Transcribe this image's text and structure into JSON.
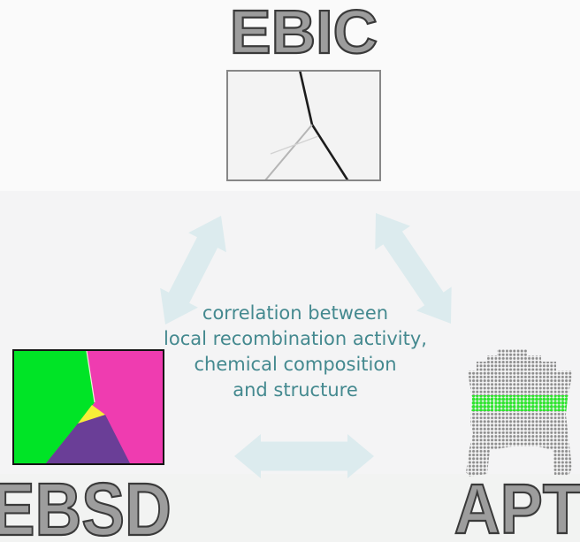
{
  "labels": {
    "top": "EBIC",
    "bottom_left": "EBSD",
    "bottom_right": "APT"
  },
  "center_text": {
    "line1": "correlation between",
    "line2": "local recombination activity,",
    "line3": "chemical composition",
    "line4": "and structure"
  },
  "icons": {
    "ebic_image": "ebic-grain-boundary-map",
    "ebsd_image": "ebsd-orientation-map",
    "apt_image": "apt-atom-map",
    "arrows": [
      "arrow-ebsd-ebic",
      "arrow-ebic-apt",
      "arrow-ebsd-apt"
    ]
  },
  "colors": {
    "bg_top": "#fafafa",
    "bg_mid": "#f4f4f5",
    "bg_bottom": "#f2f3f2",
    "label_fill": "#9d9d9d",
    "label_stroke": "#3a3a3a",
    "center_text": "#44898f",
    "arrow": "#dcebee",
    "ebic_bg": "#f3f3f3",
    "ebic_border": "#878787",
    "ebic_black_line": "#1c1c1c",
    "ebic_gray_line": "#b5b5b5",
    "ebic_faint_line": "#d2d2d2",
    "ebsd_green": "#00e426",
    "ebsd_magenta": "#ef3cb0",
    "ebsd_purple": "#6a3e97",
    "ebsd_yellow": "#f6ee38",
    "ebsd_divider": "#eef5d8",
    "ebsd_border": "#141414",
    "apt_dot": "#8d8d8d",
    "apt_band": "#2ee52e",
    "apt_streak": "#f6f6f6"
  }
}
